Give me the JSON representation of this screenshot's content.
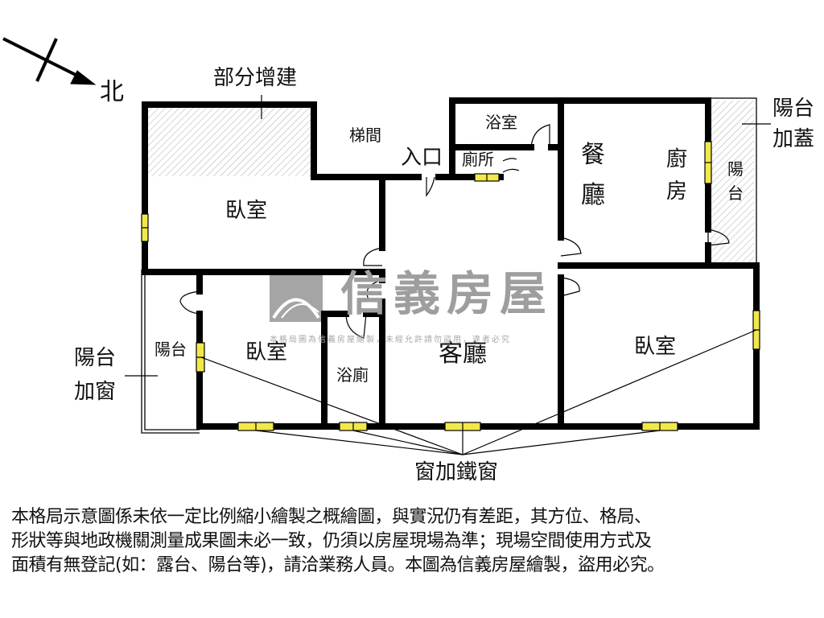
{
  "compass": {
    "label": "北",
    "icon": "north-arrow-icon"
  },
  "annotations": {
    "partial_extension": "部分增建",
    "stairwell": "梯間",
    "entrance": "入口",
    "balcony_covered": [
      "陽台",
      "加蓋"
    ],
    "balcony_windowed": [
      "陽台",
      "加窗"
    ],
    "iron_window": "窗加鐵窗"
  },
  "rooms": {
    "bedroom_top": "臥室",
    "bathroom": "浴室",
    "toilet": "廁所",
    "dining": [
      "餐",
      "廳"
    ],
    "kitchen": [
      "廚",
      "房"
    ],
    "balcony_right": [
      "陽",
      "台"
    ],
    "bedroom_left": "臥室",
    "balcony_left": "陽台",
    "bath_toilet": "浴廁",
    "living": "客廳",
    "bedroom_right": "臥室"
  },
  "watermark": {
    "brand": "信義房屋",
    "notice": "本格局圖為信義房屋繪製，未經允許請勿盜用，違者必究"
  },
  "colors": {
    "wall": "#000000",
    "window": "#f2e84a",
    "hatch": "#b8b8b8",
    "watermark": "#9e9e9e"
  },
  "disclaimer": [
    "本格局示意圖係未依一定比例縮小繪製之概繪圖，與實況仍有差距，其方位、格局、",
    "形狀等與地政機關測量成果圖未必一致，仍須以房屋現場為準；現場空間使用方式及",
    "面積有無登記(如：露台、陽台等)，請洽業務人員。本圖為信義房屋繪製，盜用必究。"
  ]
}
